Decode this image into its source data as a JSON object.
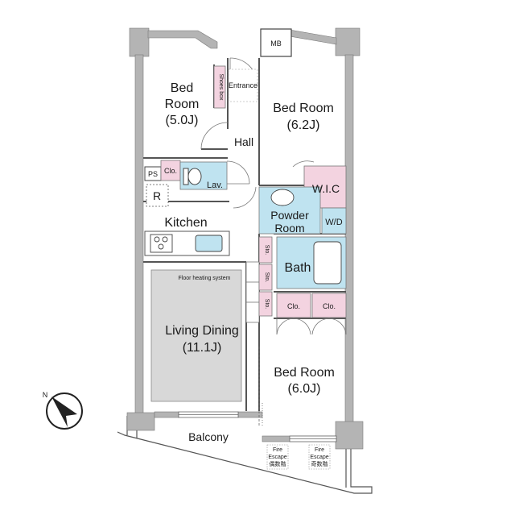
{
  "colors": {
    "wall": "#b4b4b4",
    "wet_area": "#bfe3f0",
    "storage": "#f3d3e0",
    "floor_heating": "#d8d8d8",
    "line": "#555555"
  },
  "rooms": {
    "bedroom_1": {
      "line1": "Bed",
      "line2": "Room",
      "line3": "(5.0J)"
    },
    "bedroom_2": {
      "line1": "Bed Room",
      "line2": "(6.2J)"
    },
    "bedroom_3": {
      "line1": "Bed Room",
      "line2": "(6.0J)"
    },
    "living": {
      "line1": "Living Dining",
      "line2": "(11.1J)"
    },
    "kitchen": "Kitchen",
    "hall": "Hall",
    "entrance": "Entrance",
    "shoes_box": "Shoes box",
    "mb": "MB",
    "ps": "PS",
    "clo_small": "Clo.",
    "r": "R",
    "lav": "Lav.",
    "wic": "W.I.C",
    "powder": {
      "line1": "Powder",
      "line2": "Room"
    },
    "wd": "W/D",
    "bath": "Bath",
    "sto": [
      "Sto.",
      "Sto.",
      "Sto."
    ],
    "clo": [
      "Clo.",
      "Clo."
    ],
    "floor_heating": "Floor heating system",
    "balcony": "Balcony",
    "fire_escape_1": {
      "line1": "Fire",
      "line2": "Escape",
      "line3": "偶数階"
    },
    "fire_escape_2": {
      "line1": "Fire",
      "line2": "Escape",
      "line3": "奇数階"
    }
  },
  "compass": {
    "label": "N"
  }
}
